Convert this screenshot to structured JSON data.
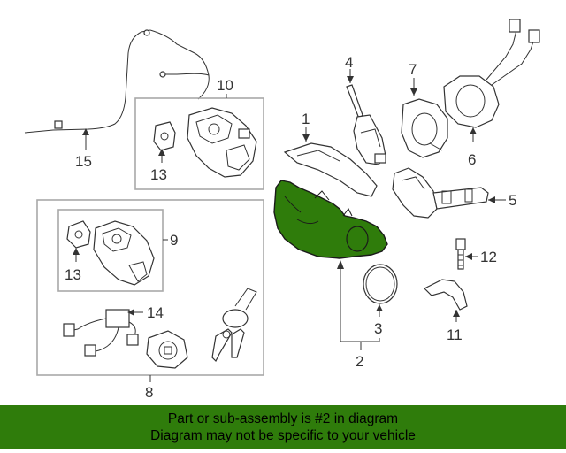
{
  "callouts": {
    "c1": "1",
    "c2": "2",
    "c3": "3",
    "c4": "4",
    "c5": "5",
    "c6": "6",
    "c7": "7",
    "c8": "8",
    "c9": "9",
    "c10": "10",
    "c11": "11",
    "c12": "12",
    "c13a": "13",
    "c13b": "13",
    "c14": "14",
    "c15": "15"
  },
  "banner": {
    "line1": "Part or sub-assembly is #2 in diagram",
    "line2": "Diagram may not be specific to your vehicle"
  },
  "colors": {
    "highlight": "#2f7c0b",
    "banner": "#2f7c0b",
    "frame": "#a8a8a8",
    "ink": "#333333"
  }
}
